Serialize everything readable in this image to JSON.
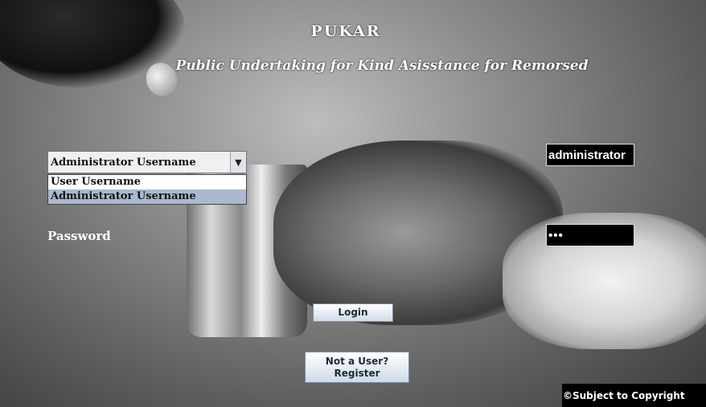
{
  "header": {
    "title": "PUKAR",
    "subtitle": "Public Undertaking for Kind Asisstance for Remorsed"
  },
  "user_type_select": {
    "selected": "Administrator Username",
    "options": [
      "User Username",
      "Administrator Username"
    ]
  },
  "username_field": {
    "value": "administrator"
  },
  "password": {
    "label": "Password",
    "masked_value": "•••"
  },
  "buttons": {
    "login": "Login",
    "register_line1": "Not a User?",
    "register_line2": "Register"
  },
  "footer": {
    "copyright": "©Subject to Copyright"
  },
  "icons": {
    "dropdown_arrow": "chevron-down-icon"
  },
  "colors": {
    "selected_option": "#a9b9cf",
    "field_bg": "#000000"
  }
}
